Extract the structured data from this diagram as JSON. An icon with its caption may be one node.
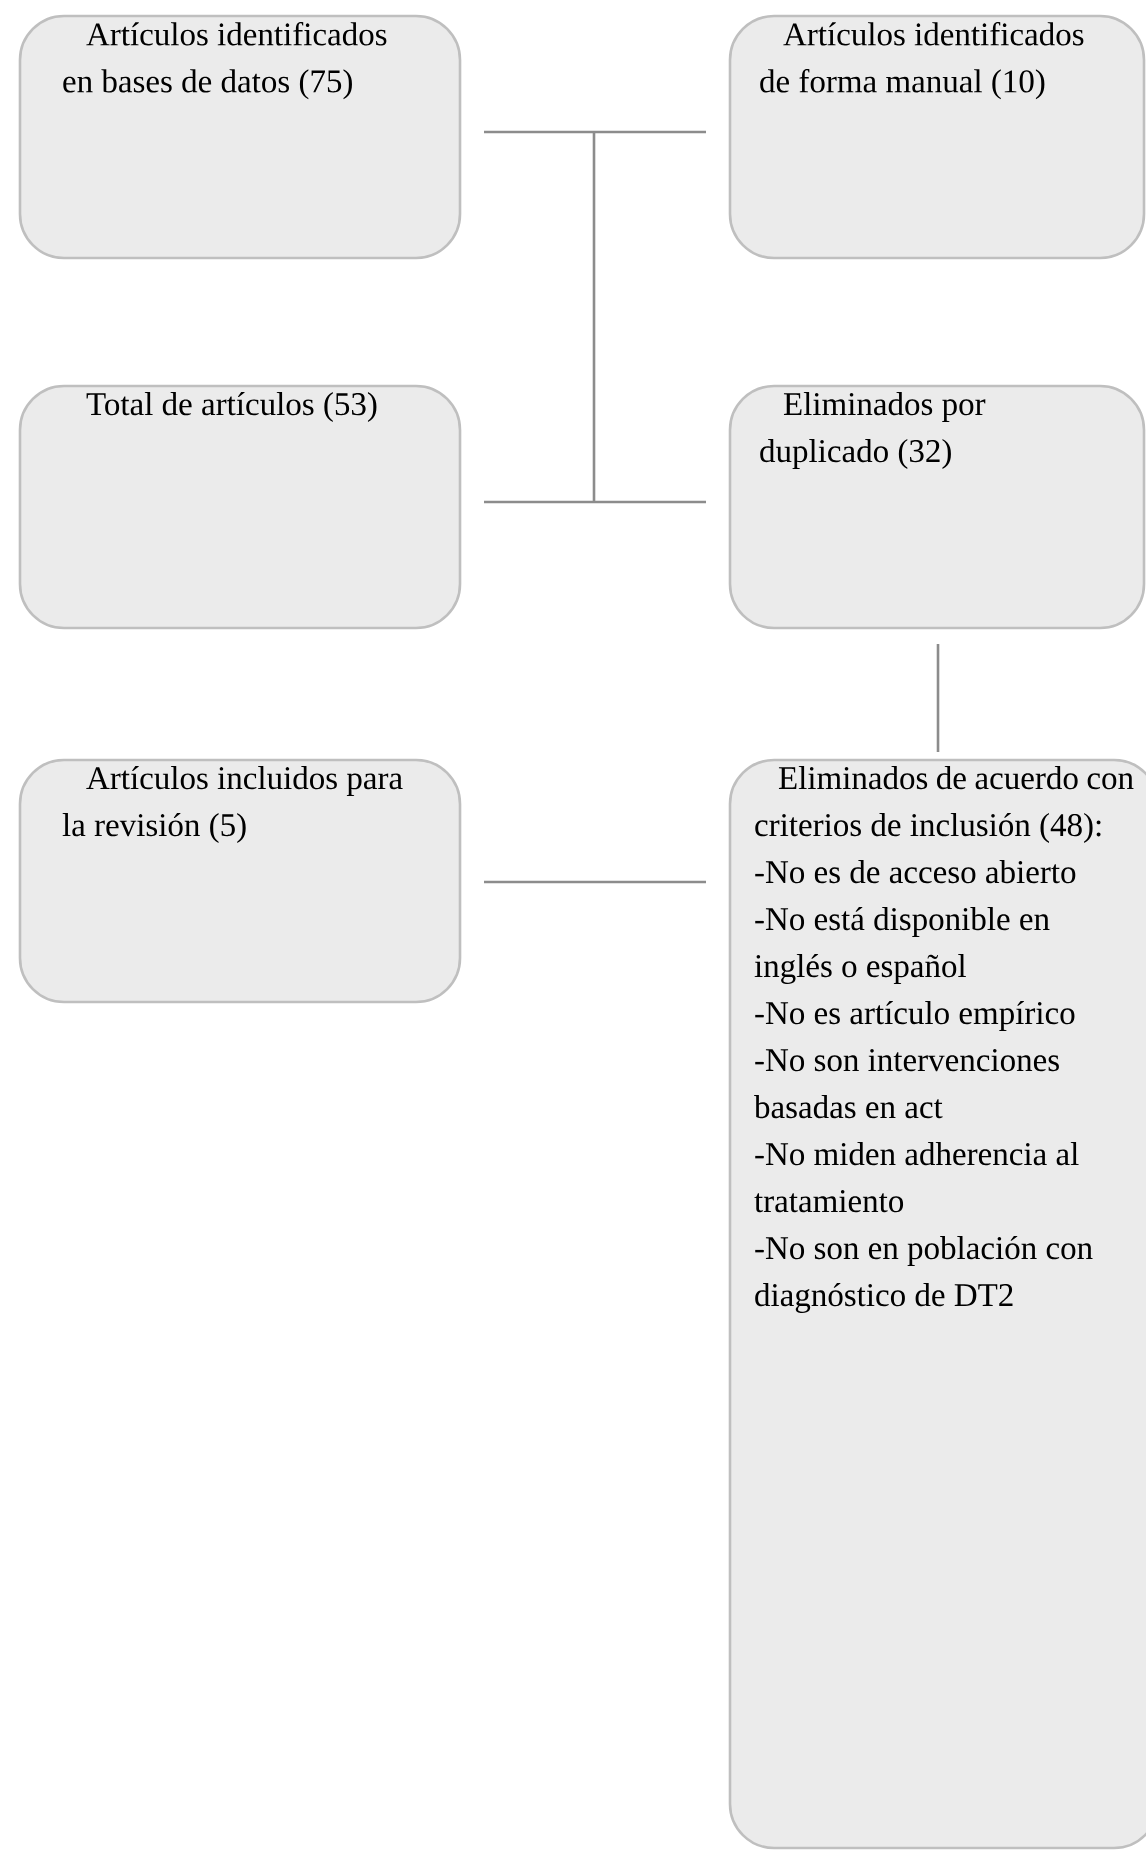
{
  "diagram": {
    "nodes": [
      {
        "text": [
          "Artículos identificados en bases de datos (75)"
        ]
      },
      {
        "text": [
          "Artículos identificados de forma manual (10)"
        ]
      },
      {
        "text": [
          "Total de artículos (53)"
        ]
      },
      {
        "text": [
          "Eliminados por duplicado (32)"
        ]
      },
      {
        "text": [
          "Artículos incluidos para la revisión (5)"
        ]
      },
      {
        "text": [
          "Eliminados de acuerdo con criterios de inclusión (48):",
          "-No es de acceso abierto",
          "-No está disponible en inglés o español",
          "-No es artículo empírico",
          "-No son intervenciones basadas en act",
          "-No miden adherencia al tratamiento",
          "-No son en población con diagnóstico de DT2"
        ]
      }
    ],
    "edges": [
      {
        "from": 0,
        "to": 2,
        "arrow": "none"
      },
      {
        "from": 0,
        "to": 3,
        "arrow": "none"
      },
      {
        "from": 1,
        "to": 2,
        "arrow": "none"
      },
      {
        "from": 1,
        "to": 3,
        "arrow": "none"
      },
      {
        "from": 3,
        "to": 5,
        "arrow": "none"
      },
      {
        "from": 5,
        "to": 4,
        "arrow": "none"
      }
    ]
  }
}
